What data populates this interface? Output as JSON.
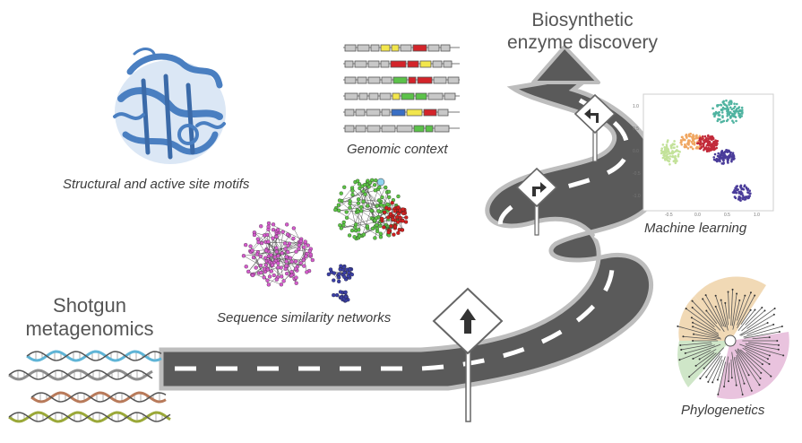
{
  "labels": {
    "title_line1": "Biosynthetic",
    "title_line2": "enzyme discovery",
    "structural": "Structural and active site motifs",
    "genomic": "Genomic context",
    "machine": "Machine learning",
    "ssn": "Sequence similarity networks",
    "phylo": "Phylogenetics",
    "shotgun_line1": "Shotgun",
    "shotgun_line2": "metagenomics"
  },
  "ml_axis": {
    "x_ticks": [
      "-0.5",
      "0.0",
      "0.5",
      "1.0"
    ],
    "y_ticks": [
      "1.0",
      "0.5",
      "0.0",
      "-0.5",
      "-1.0"
    ]
  },
  "colors": {
    "road": "#5a5a5a",
    "road_edge": "#bdbdbd",
    "protein": "#4a7fc1",
    "gene_gray": "#c8c8c8",
    "gene_red": "#d3242a",
    "gene_green": "#5cc24a",
    "gene_yellow": "#f2e64c",
    "gene_blue": "#3a6fc4",
    "dna_teal": "#5fb4d6",
    "dna_gray": "#8d8d8d",
    "dna_brown": "#b87a5a",
    "dna_olive": "#9aa838",
    "ssn_pink": "#d45ccc",
    "ssn_green": "#5cc445",
    "ssn_red": "#d0201f",
    "ssn_navy": "#3b3fa8",
    "ml_teal": "#4fb3a0",
    "ml_lime": "#c3e29a",
    "ml_red": "#c22a3a",
    "ml_purple": "#4a3c9a",
    "ml_orange": "#f0a660",
    "phylo_tan": "#f1d9b5",
    "phylo_green": "#cfe6c8",
    "phylo_pink": "#e9c3de"
  },
  "icons": {
    "sign_straight": "arrow-up-icon",
    "sign_right": "arrow-right-turn-icon",
    "sign_left": "arrow-left-turn-icon"
  }
}
